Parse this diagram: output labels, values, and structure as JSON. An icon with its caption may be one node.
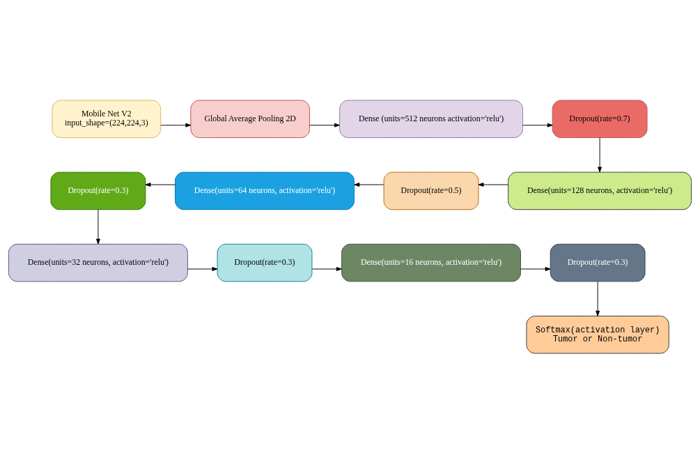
{
  "diagram": {
    "nodes": [
      {
        "text": [
          "Mobile Net V2",
          "input_shape=(224,224,3)"
        ]
      },
      {
        "text": [
          "Global Average Pooling 2D"
        ]
      },
      {
        "text": [
          "Dense (units=512 neurons activation='relu')"
        ]
      },
      {
        "text": [
          "Dropout(rate=0.7)"
        ]
      },
      {
        "text": [
          "Dense(units=128 neurons, activation='relu')"
        ]
      },
      {
        "text": [
          "Dropout(rate=0.5)"
        ]
      },
      {
        "text": [
          "Dense(units=64 neurons, activation='relu')"
        ]
      },
      {
        "text": [
          "Dropout(rate=0.3)"
        ]
      },
      {
        "text": [
          "Dense(units=32 neurons, activation='relu')"
        ]
      },
      {
        "text": [
          "Dropout(rate=0.3)"
        ]
      },
      {
        "text": [
          "Dense(units=16 neurons, activation='relu')"
        ]
      },
      {
        "text": [
          "Dropout(rate=0.3)"
        ]
      },
      {
        "text": [
          "Softmax(activation layer)",
          "Tumor or Non-tumor"
        ]
      }
    ],
    "edges": [
      {
        "from": 0,
        "to": 1,
        "arrow": "to"
      },
      {
        "from": 1,
        "to": 2,
        "arrow": "to"
      },
      {
        "from": 2,
        "to": 3,
        "arrow": "to"
      },
      {
        "from": 3,
        "to": 4,
        "arrow": "to"
      },
      {
        "from": 4,
        "to": 5,
        "arrow": "to"
      },
      {
        "from": 5,
        "to": 6,
        "arrow": "to"
      },
      {
        "from": 6,
        "to": 7,
        "arrow": "to"
      },
      {
        "from": 7,
        "to": 8,
        "arrow": "to"
      },
      {
        "from": 8,
        "to": 9,
        "arrow": "to"
      },
      {
        "from": 9,
        "to": 10,
        "arrow": "to"
      },
      {
        "from": 10,
        "to": 11,
        "arrow": "to"
      },
      {
        "from": 11,
        "to": 12,
        "arrow": "to"
      }
    ]
  }
}
